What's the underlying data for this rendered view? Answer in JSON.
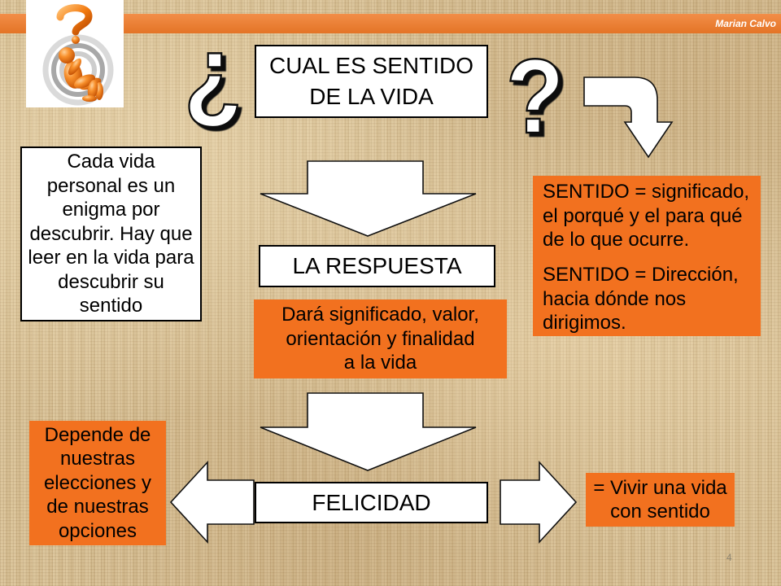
{
  "slide": {
    "author": "Marian Calvo",
    "page_number": "4"
  },
  "title": {
    "open_mark": "¿",
    "lines": [
      "CUAL ES SENTIDO",
      "DE LA VIDA"
    ],
    "close_mark": "?"
  },
  "left_note": {
    "lines": [
      "Cada vida",
      "personal es un",
      "enigma por",
      "descubrir. Hay que",
      "leer en la vida para",
      "descubrir su",
      "sentido"
    ]
  },
  "definitions": [
    {
      "lines": [
        "SENTIDO = significado,",
        "el porqué y el para qué",
        "de lo que ocurre."
      ]
    },
    {
      "lines": [
        "SENTIDO = Dirección,",
        "hacia dónde nos",
        "dirigimos."
      ]
    }
  ],
  "answer": {
    "label": "LA RESPUESTA",
    "note_lines": [
      "Dará significado, valor,",
      "orientación y finalidad",
      "a la vida"
    ]
  },
  "outcome": {
    "label": "FELICIDAD",
    "depends_lines": [
      "Depende de",
      "nuestras",
      "elecciones y",
      "de nuestras",
      "opciones"
    ],
    "meaning_lines": [
      "= Vivir una vida",
      "con sentido"
    ]
  },
  "colors": {
    "accent": "#f2711f",
    "top_bar": "#f07a28",
    "background": "#d8c094",
    "box_border": "#000000"
  }
}
